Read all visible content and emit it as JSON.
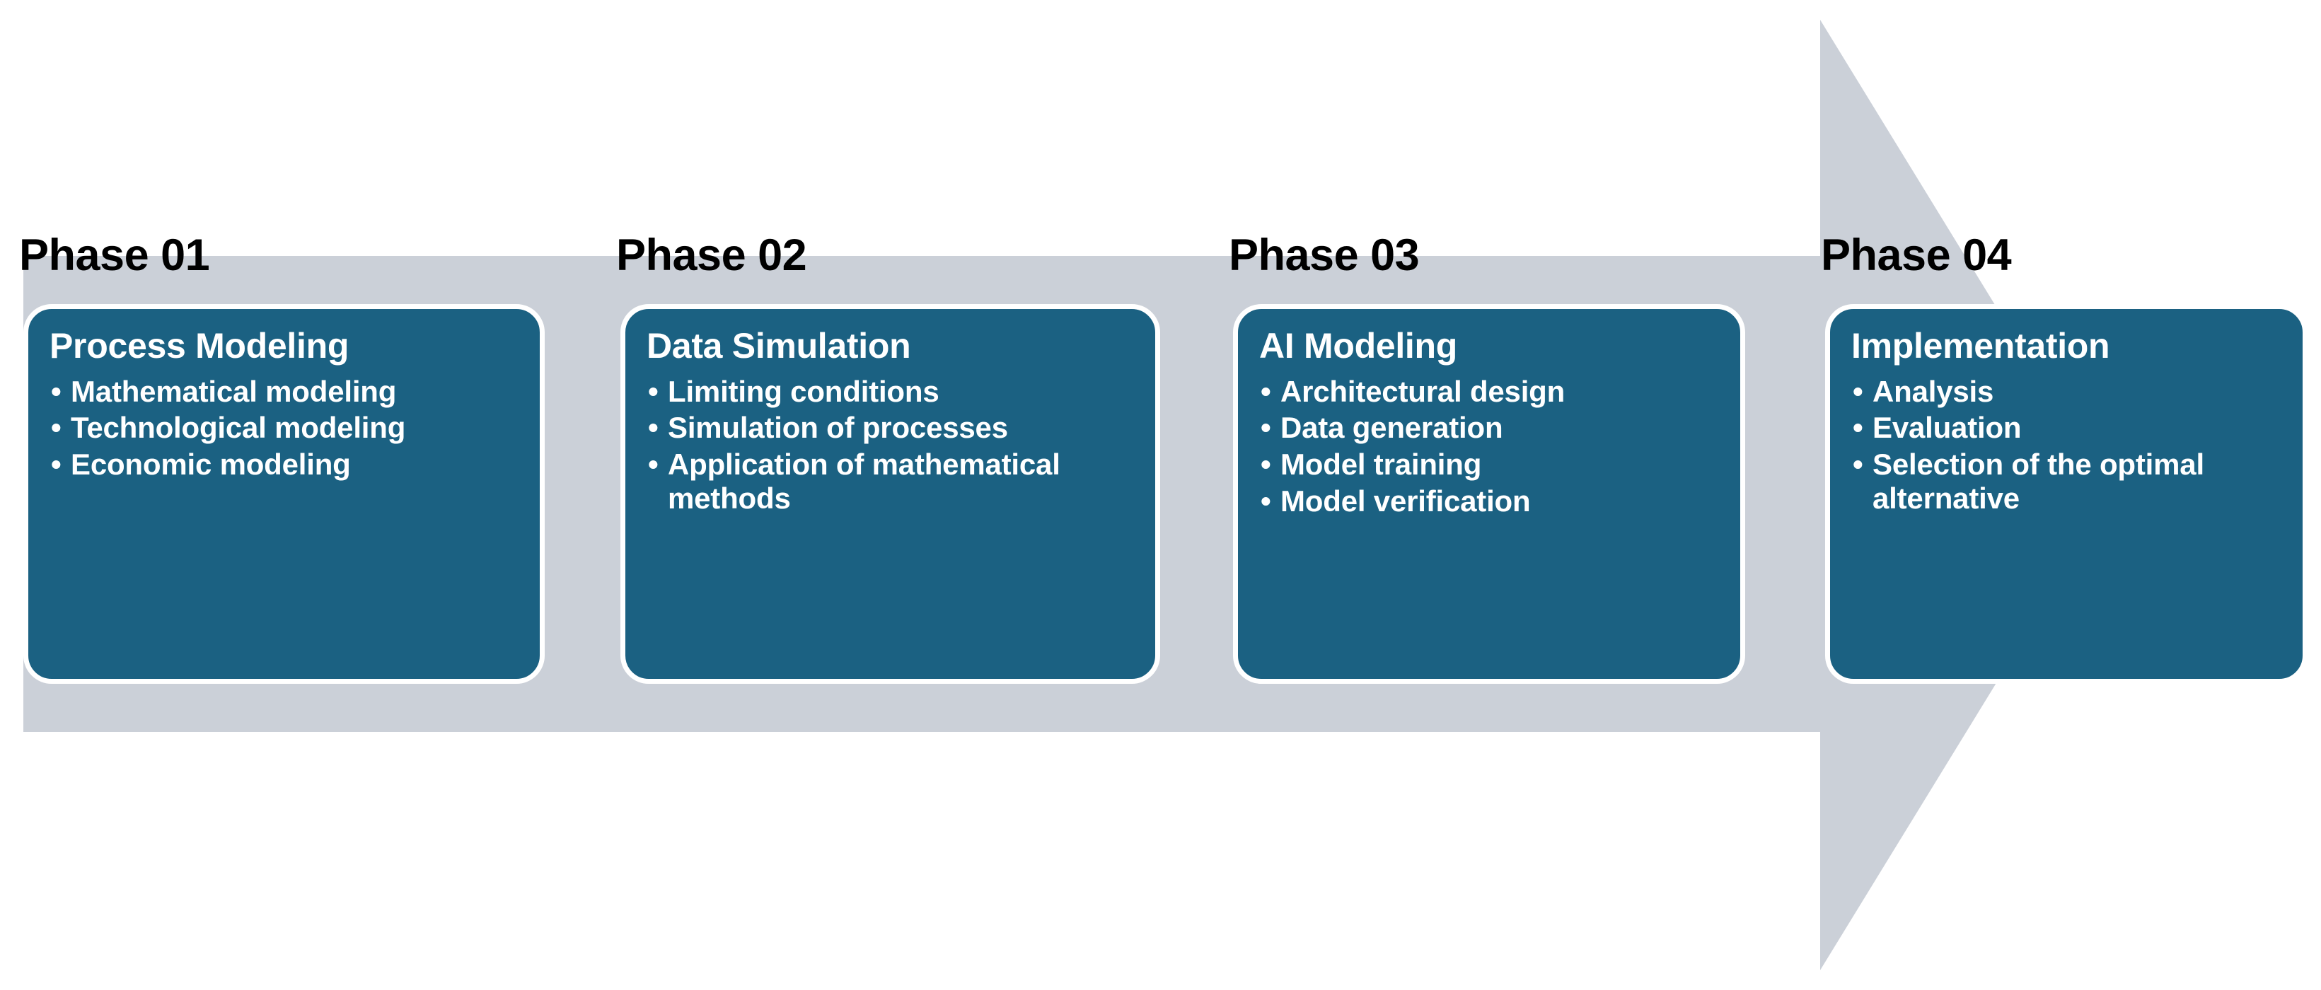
{
  "diagram": {
    "shape": "right-arrow",
    "colors": {
      "arrow_fill": "#CBD0D8",
      "card_fill": "#1B6182",
      "card_border": "#FFFFFF",
      "label_text": "#000000",
      "card_text": "#FFFFFF",
      "background": "#FFFFFF"
    },
    "bullet_glyph": "•"
  },
  "phases": [
    {
      "label": "Phase 01",
      "title": "Process Modeling",
      "items": [
        "Mathematical modeling",
        "Technological modeling",
        "Economic modeling"
      ]
    },
    {
      "label": "Phase 02",
      "title": "Data Simulation",
      "items": [
        "Limiting conditions",
        "Simulation of processes",
        "Application of mathematical methods"
      ]
    },
    {
      "label": "Phase 03",
      "title": "AI Modeling",
      "items": [
        "Architectural design",
        "Data generation",
        "Model training",
        "Model verification"
      ]
    },
    {
      "label": "Implementation-phase-four",
      "label_text": "Phase 04",
      "title": "Implementation",
      "items": [
        "Analysis",
        "Evaluation",
        "Selection of the optimal alternative"
      ]
    }
  ]
}
